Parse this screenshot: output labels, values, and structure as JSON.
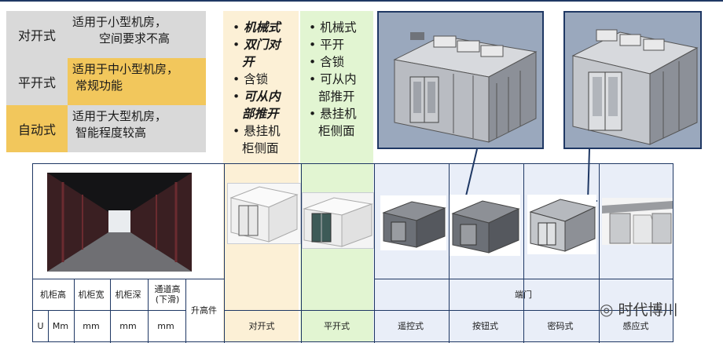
{
  "door_types": [
    {
      "name": "对开式",
      "desc_lines": [
        "适用于小型机房，",
        "空间要求不高"
      ],
      "color": "#d9d9d9"
    },
    {
      "name": "平开式",
      "desc_lines": [
        "适用于中小型机房，",
        "常规功能"
      ],
      "color": "#f2c75c"
    },
    {
      "name": "自动式",
      "desc_lines": [
        "适用于大型机房，",
        "智能程度较高"
      ],
      "color": "#d9d9d9"
    }
  ],
  "features_left": [
    {
      "lines": [
        "机械式"
      ],
      "bold": true
    },
    {
      "lines": [
        "双门对",
        "开"
      ],
      "bold": true
    },
    {
      "lines": [
        "含锁"
      ],
      "bold": false
    },
    {
      "lines": [
        "可从内",
        "部推开"
      ],
      "bold": true
    },
    {
      "lines": [
        "悬挂机",
        "柜侧面"
      ],
      "bold": false
    }
  ],
  "features_right": [
    {
      "lines": [
        "机械式"
      ]
    },
    {
      "lines": [
        "平开"
      ]
    },
    {
      "lines": [
        "含锁"
      ]
    },
    {
      "lines": [
        "可从内",
        "部推开"
      ]
    },
    {
      "lines": [
        "悬挂机",
        "柜侧面"
      ]
    }
  ],
  "table": {
    "headers": [
      "机柜高",
      "机柜宽",
      "机柜深",
      "通道高(下滑)",
      "升高件"
    ],
    "units": [
      "U",
      "Mm",
      "mm",
      "mm",
      "mm"
    ],
    "end_door_header": "端门",
    "door_labels": [
      "对开式",
      "平开式",
      "遥控式",
      "按钮式",
      "密码式",
      "感应式"
    ]
  },
  "watermark": "时代博川",
  "colors": {
    "frame": "#1f3864",
    "cream": "#fcf0d6",
    "green": "#e2f5d2",
    "blue": "#e9eef8"
  }
}
